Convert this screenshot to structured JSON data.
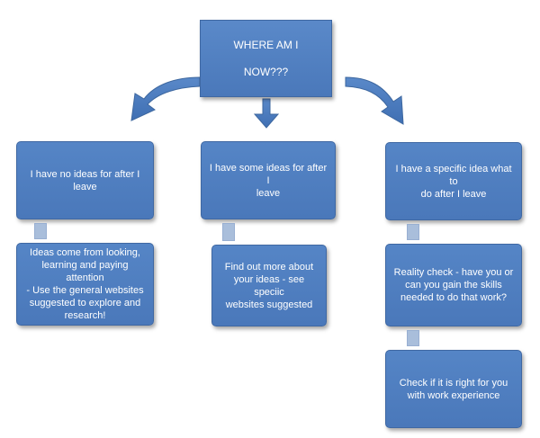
{
  "root": {
    "label": "WHERE AM I\nNOW???"
  },
  "branches": [
    {
      "question": "I have no ideas for after I\nleave",
      "steps": [
        "Ideas come from looking,\nlearning and paying attention\n- Use the general websites\nsuggested to explore and\nresearch!"
      ]
    },
    {
      "question": "I have some ideas for after I\nleave",
      "steps": [
        "Find out more about\nyour ideas  - see speciic\nwebsites  suggested"
      ]
    },
    {
      "question": "I have a specific idea what to\ndo after I leave",
      "steps": [
        "Reality check - have you or\ncan you gain the skills\nneeded to do that work?",
        "Check if it is right for you\nwith work experience"
      ]
    }
  ],
  "colors": {
    "box_fill": "#4f7fc0",
    "box_border": "#3f68a3",
    "connector": "#a9bedb",
    "text": "#ffffff"
  }
}
